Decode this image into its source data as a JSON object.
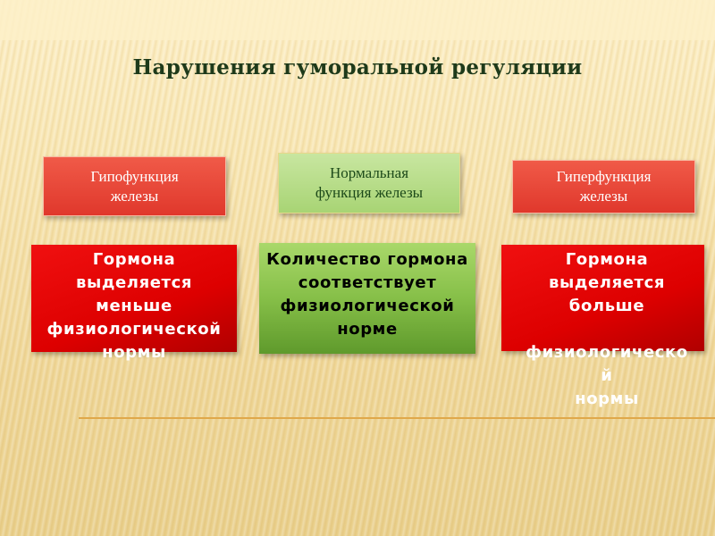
{
  "title": "Нарушения гуморальной регуляции",
  "columns": [
    {
      "header": "Гипофункция\nжелезы",
      "body": "Гормона\nвыделяется\nменьше\nфизиологической\nнормы"
    },
    {
      "header": "Нормальная\nфункция железы",
      "body": "Количество гормона\nсоответствует\nфизиологической\nнорме"
    },
    {
      "header": "Гиперфункция\nжелезы",
      "body": "Гормона\nвыделяется\nбольше\n\nфизиологическо\nй\nнормы"
    }
  ],
  "colors": {
    "red": "#e00000",
    "green": "#86bf48",
    "title": "#1e3a1a",
    "background": "#f8e6b2"
  }
}
